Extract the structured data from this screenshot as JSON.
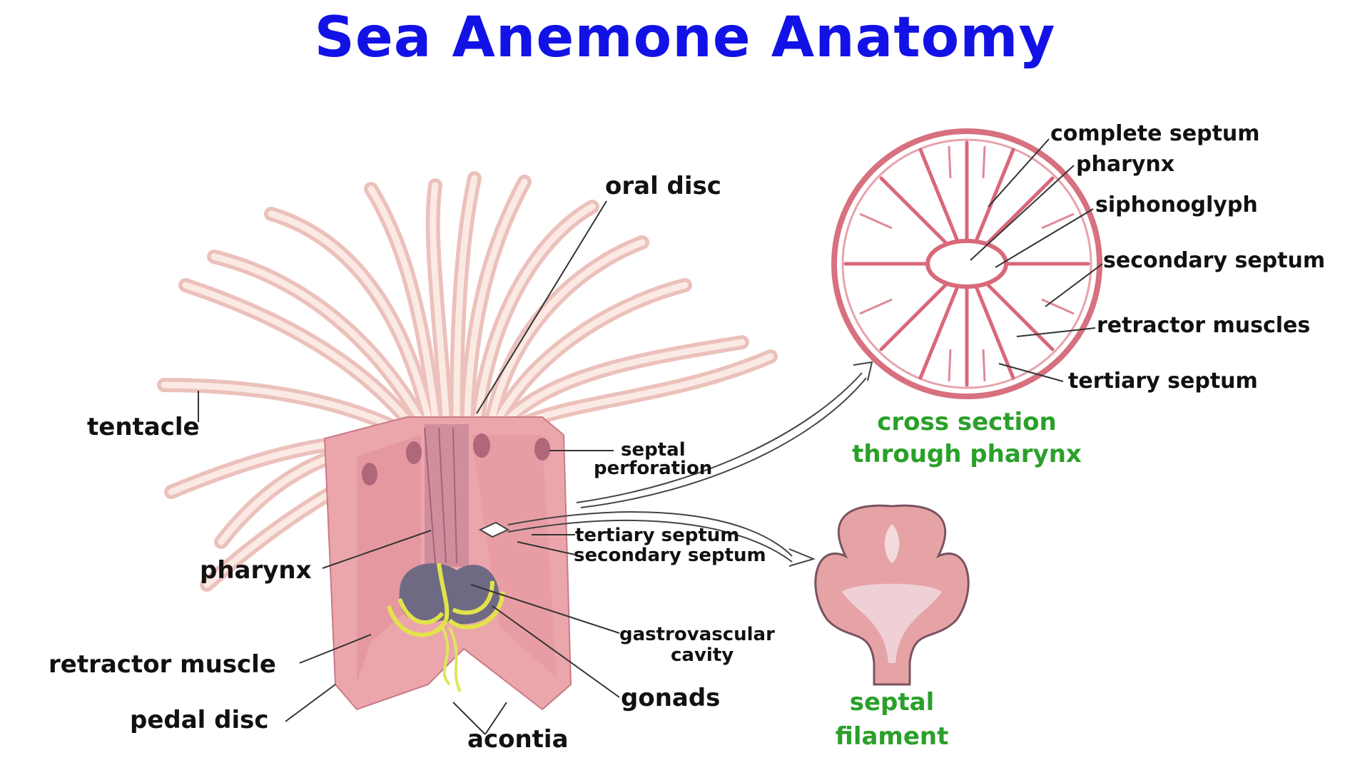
{
  "title": "Sea Anemone Anatomy",
  "colors": {
    "title": "#1212E6",
    "caption": "#2AA02A",
    "label": "#111111",
    "tissue": "#E8A3A8",
    "tissue_dark": "#C9596A",
    "tentacle": "#F6D9D2",
    "gonad": "#D8E04A"
  },
  "main_figure": {
    "labels": {
      "oral_disc": "oral disc",
      "tentacle": "tentacle",
      "pharynx": "pharynx",
      "retractor_muscle": "retractor muscle",
      "pedal_disc": "pedal disc",
      "acontia": "acontia",
      "septal_perforation_1": "septal",
      "septal_perforation_2": "perforation",
      "tertiary_septum": "tertiary septum",
      "secondary_septum": "secondary septum",
      "gastrovascular_cavity_1": "gastrovascular",
      "gastrovascular_cavity_2": "cavity",
      "gonads": "gonads"
    }
  },
  "cross_section": {
    "labels": {
      "complete_septum": "complete septum",
      "pharynx": "pharynx",
      "siphonoglyph": "siphonoglyph",
      "secondary_septum": "secondary septum",
      "retractor_muscles": "retractor muscles",
      "tertiary_septum": "tertiary septum"
    },
    "caption_line1": "cross section",
    "caption_line2": "through pharynx"
  },
  "septal_filament": {
    "caption_line1": "septal",
    "caption_line2": "filament"
  }
}
